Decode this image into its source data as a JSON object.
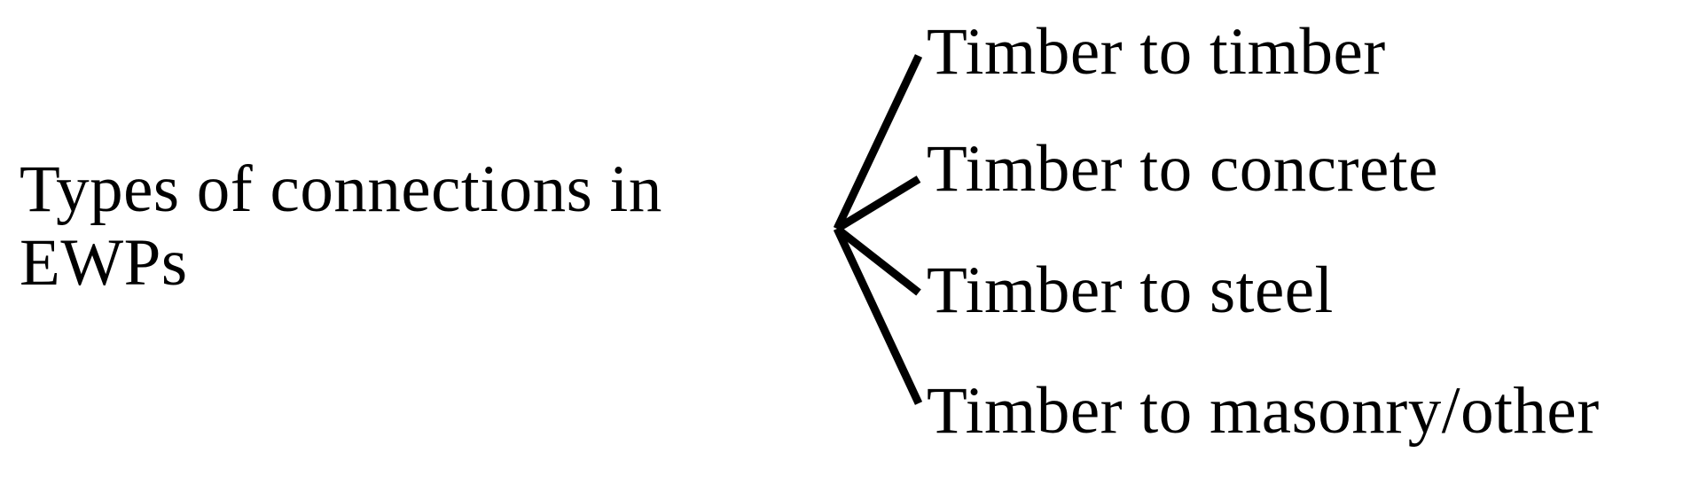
{
  "diagram": {
    "type": "tree",
    "title": "Types of connections in EWPs",
    "root": {
      "label": "Types of connections in EWPs",
      "lines": [
        "Types of connections in",
        "EWPs"
      ]
    },
    "branches": [
      {
        "label": "Timber to timber"
      },
      {
        "label": "Timber to concrete"
      },
      {
        "label": "Timber to steel"
      },
      {
        "label": "Timber to masonry/other"
      }
    ],
    "colors": {
      "text": "#000000",
      "line": "#000000",
      "background": "#ffffff"
    }
  }
}
